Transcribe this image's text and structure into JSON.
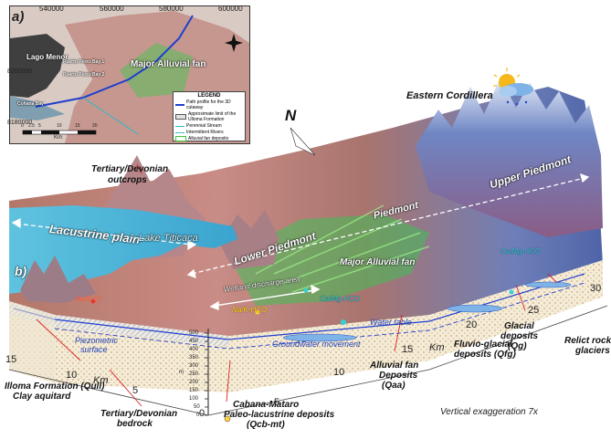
{
  "inset": {
    "panel_label": "a)",
    "top_ticks": [
      "540000",
      "560000",
      "580000",
      "600000"
    ],
    "left_ticks": [
      "8200000",
      "8180000"
    ],
    "places": [
      "Lago Menor",
      "Puerto Pérez Bay 1",
      "Puerto Pérez Bay 2",
      "Cohana Bay"
    ],
    "fan_label": "Major Alluvial fan",
    "scale_ticks": [
      "0",
      "2.5",
      "5",
      "10",
      "15",
      "20"
    ],
    "scale_unit": "Km",
    "legend": {
      "title": "LEGEND",
      "items": [
        {
          "label": "Path profile for the 3D cutaway",
          "color": "#1f3fd0"
        },
        {
          "label": "Approximate limit of the Ulloma Formation",
          "color": "#9a9a9a"
        },
        {
          "label": "Perennial Stream",
          "color": "#2ab8c8"
        },
        {
          "label": "Intermittent Rivers",
          "color": "#9fd0d8"
        },
        {
          "label": "Alluvial fan deposits",
          "color": "#38c83a"
        }
      ]
    }
  },
  "labels": {
    "north": "N",
    "panel_b": "b)",
    "eastern_cordillera": "Eastern Cordillera",
    "tertiary_outcrops": [
      "Tertiary/Devonian",
      "outcrops"
    ],
    "lacustrine_plain": "Lacustrine plain",
    "lake": "Lake Titicaca",
    "piedmont": "Piedmont",
    "upper_piedmont": "Upper Piedmont",
    "lower_piedmont": "Lower Piedmont",
    "major_fan": "Major Alluvial fan",
    "wetland": "Wetland discharge area",
    "na_k_cl": "Na/K-Cl",
    "na_k_hco3_a": "Na/K-HCO",
    "ca_mg_hco3_a": "Ca/Mg-HCO",
    "ca_mg_hco3_b": "Ca/Mg-HCO",
    "water_table": "Water table",
    "piezometric": [
      "Piezometric",
      "surface"
    ],
    "groundwater": "Groundwater movement",
    "glacial": [
      "Glacial",
      "deposits",
      "(Qg)"
    ],
    "relict": [
      "Relict rock",
      "glaciers"
    ],
    "fluvio": [
      "Fluvio-glacial",
      "deposits (Qfg)"
    ],
    "alluvial": [
      "Alluvial fan",
      "Deposits",
      "(Qaa)"
    ],
    "ulloma": [
      "Illoma Formation (Qull)",
      "Clay aquitard"
    ],
    "tertiary_bedrock": [
      "Tertiary/Devonian",
      "bedrock"
    ],
    "cabana": [
      "Cabana-Mataro",
      "Paleo-lacustrine deposits",
      "(Qcb-mt)"
    ],
    "vertical_exaggeration": "Vertical exaggeration 7x"
  },
  "axes": {
    "km_label": "Km",
    "left_ticks": [
      "15",
      "10",
      "5",
      "0"
    ],
    "front_ticks": [
      "5",
      "10",
      "15",
      "20",
      "25",
      "30"
    ],
    "depth_ticks": [
      "500",
      "450",
      "400",
      "350",
      "300",
      "250",
      "200",
      "150",
      "100",
      "50",
      "0"
    ],
    "depth_unit": "m"
  }
}
